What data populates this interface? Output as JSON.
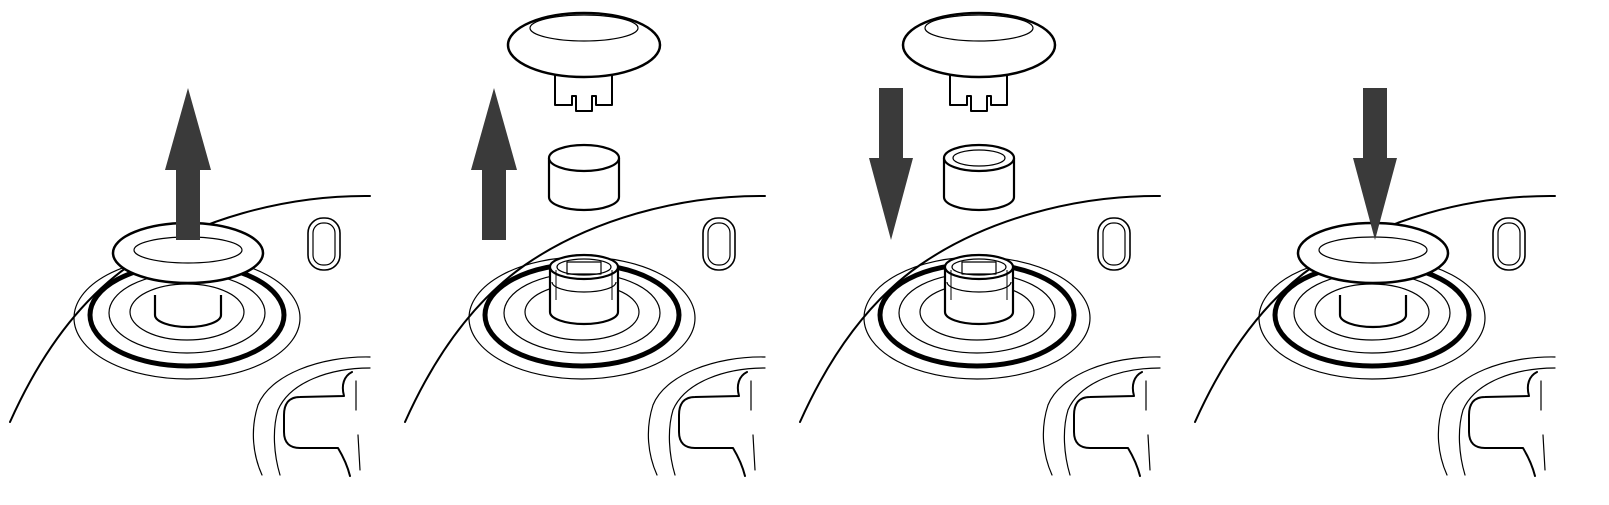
{
  "diagram": {
    "kind": "thumbstick-replacement-steps",
    "colors": {
      "line": "#000000",
      "arrow": "#3a3a3a",
      "background": "#ffffff"
    },
    "steps": [
      {
        "icon": "arrow-up-icon",
        "arrow": "up",
        "cap": "attached",
        "post": "none"
      },
      {
        "icon": "arrow-up-icon",
        "arrow": "up",
        "cap": "lifted",
        "post": "exposed"
      },
      {
        "icon": "arrow-down-icon",
        "arrow": "down",
        "cap": "lifted",
        "post": "exposed"
      },
      {
        "icon": "arrow-down-icon",
        "arrow": "down",
        "cap": "attached",
        "post": "none"
      }
    ]
  }
}
